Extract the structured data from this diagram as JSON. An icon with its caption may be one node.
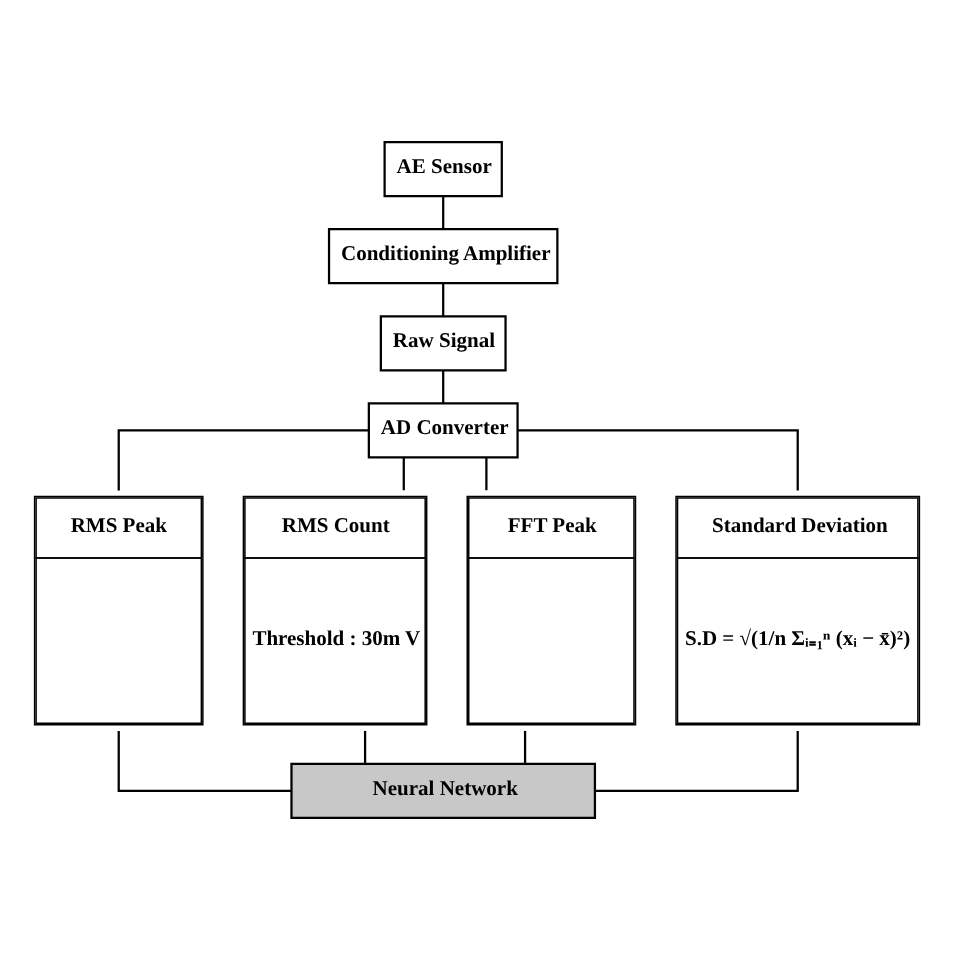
{
  "diagram": {
    "nodes": [
      {
        "text": [
          "AE Sensor"
        ]
      },
      {
        "text": [
          "Conditioning Amplifier"
        ]
      },
      {
        "text": [
          "Raw Signal"
        ]
      },
      {
        "text": [
          "AD Converter"
        ]
      },
      {
        "text": [
          "RMS Peak"
        ]
      },
      {
        "text": [
          "RMS Count",
          "Threshold : 30m V"
        ]
      },
      {
        "text": [
          "FFT Peak"
        ]
      },
      {
        "text": [
          "Standard Deviation",
          "S.D = √(1/n Σᵢ₌₁ⁿ (xᵢ − x̄)²)"
        ]
      },
      {
        "text": [
          "Neural Network"
        ]
      }
    ],
    "edges": [
      {
        "from": 0,
        "to": 1,
        "arrow": "none"
      },
      {
        "from": 1,
        "to": 2,
        "arrow": "none"
      },
      {
        "from": 2,
        "to": 3,
        "arrow": "none"
      },
      {
        "from": 3,
        "to": 4,
        "arrow": "none"
      },
      {
        "from": 3,
        "to": 5,
        "arrow": "none"
      },
      {
        "from": 3,
        "to": 6,
        "arrow": "none"
      },
      {
        "from": 3,
        "to": 7,
        "arrow": "none"
      },
      {
        "from": 4,
        "to": 8,
        "arrow": "none"
      },
      {
        "from": 5,
        "to": 8,
        "arrow": "none"
      },
      {
        "from": 6,
        "to": 8,
        "arrow": "none"
      },
      {
        "from": 7,
        "to": 8,
        "arrow": "none"
      }
    ]
  }
}
